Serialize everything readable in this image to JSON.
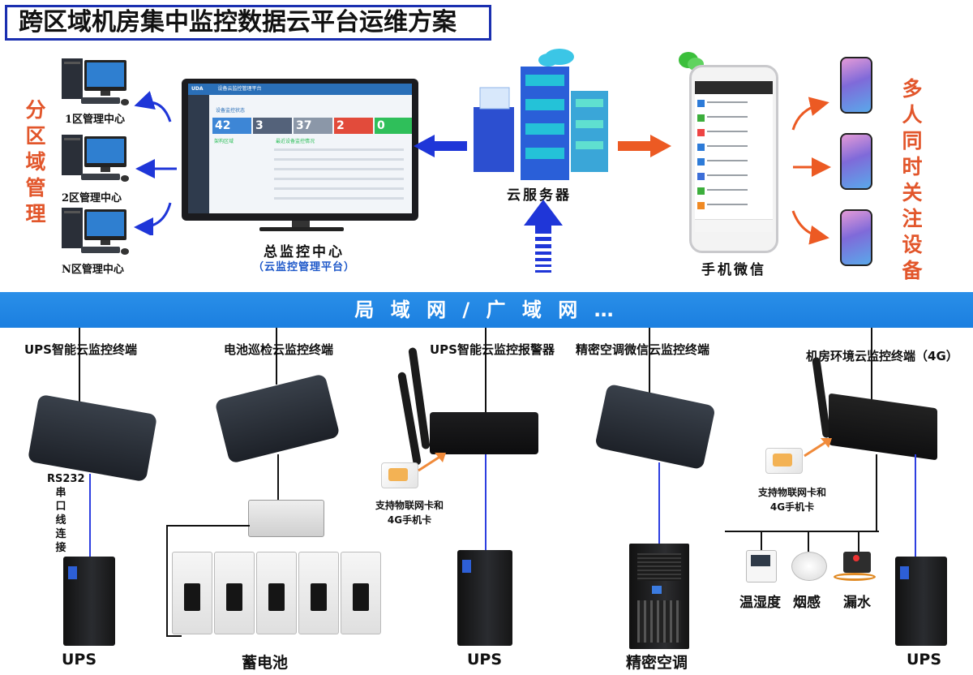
{
  "title": "跨区域机房集中监控数据云平台运维方案",
  "left_vertical": "分区域管理",
  "right_vertical": "多人同时关注设备",
  "regional_centers": [
    "1区管理中心",
    "2区管理中心",
    "N区管理中心"
  ],
  "main_center": {
    "label": "总监控中心",
    "sub": "（云监控管理平台）"
  },
  "cloud_server": "云服务器",
  "mobile": "手机微信",
  "network": "局 域 网 / 广 域 网 …",
  "monitor_screen": {
    "header": "设备云监控管理平台",
    "section": "设备监控状态",
    "tiles": [
      {
        "value": "42",
        "color": "#3d86d6"
      },
      {
        "value": "3",
        "color": "#54627a"
      },
      {
        "value": "37",
        "color": "#8b97a8"
      },
      {
        "value": "2",
        "color": "#e24b3b"
      },
      {
        "value": "0",
        "color": "#2fbf5a"
      }
    ],
    "tree_label": "架构区域",
    "list_label": "最近设备监控情况"
  },
  "devices": [
    {
      "title": "UPS智能云监控终端",
      "link": "RS232串口线连接",
      "bottom": "UPS"
    },
    {
      "title": "电池巡检云监控终端",
      "bottom": "蓄电池"
    },
    {
      "title": "UPS智能云监控报警器",
      "note": "支持物联网卡和\n4G手机卡",
      "bottom": "UPS"
    },
    {
      "title": "精密空调微信云监控终端",
      "bottom": "精密空调"
    },
    {
      "title": "机房环境云监控终端（4G）",
      "note": "支持物联网卡和\n4G手机卡",
      "sensors": [
        "温湿度",
        "烟感",
        "漏水"
      ],
      "bottom": "UPS"
    }
  ],
  "rs232": [
    "RS232",
    "串",
    "口",
    "线",
    "连",
    "接"
  ],
  "colors": {
    "arrow_blue": "#1f36d8",
    "arrow_orange": "#ec5a23",
    "band": "#1b7fe0",
    "title_border": "#1a2fb0"
  }
}
